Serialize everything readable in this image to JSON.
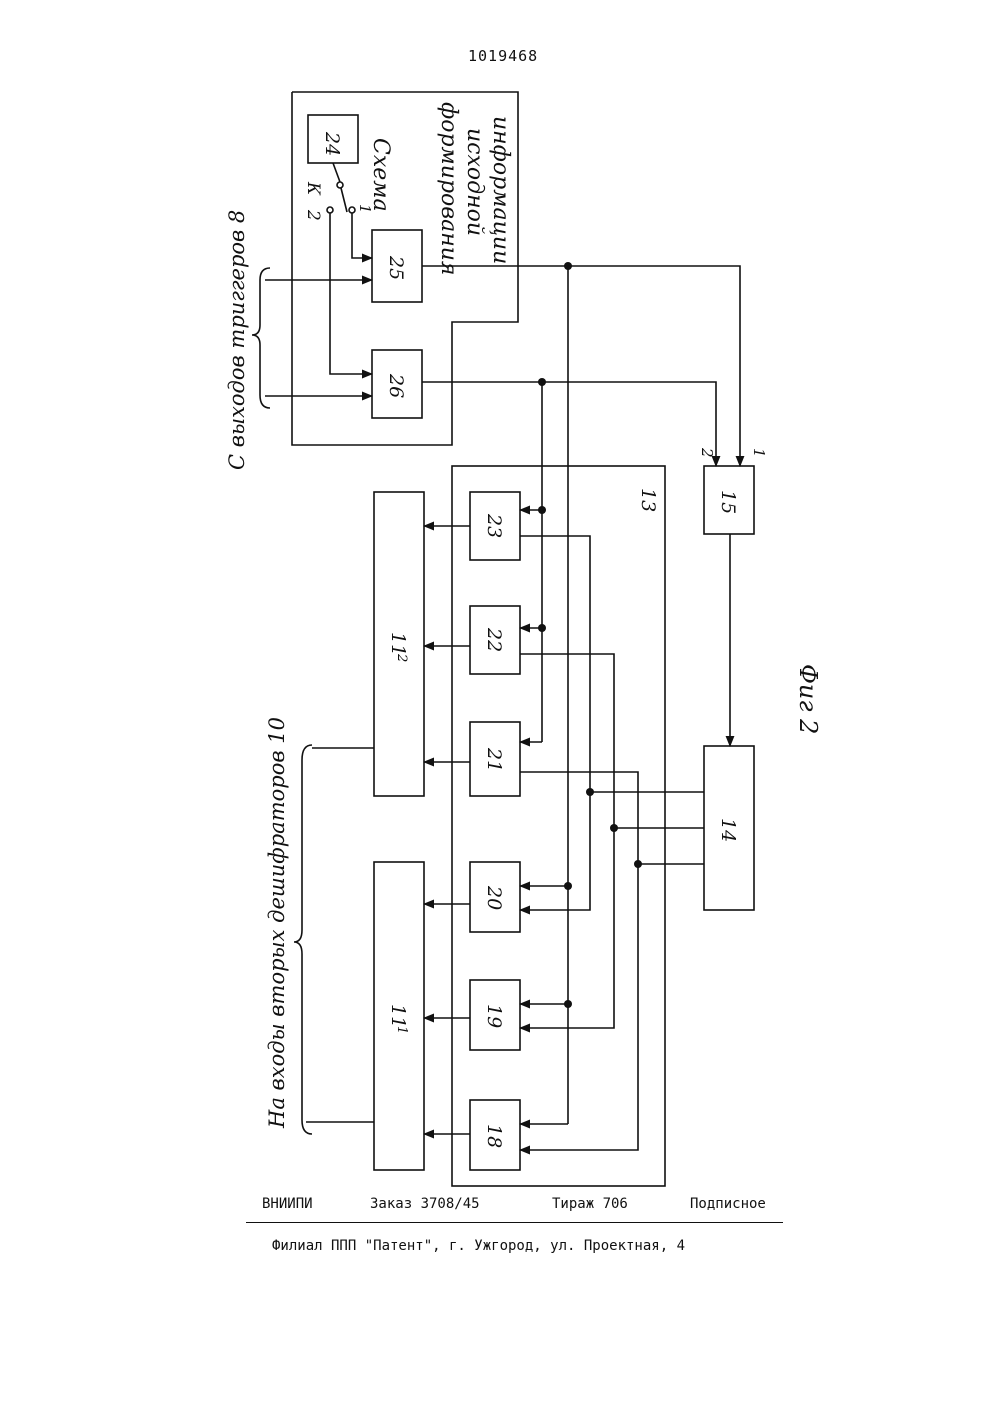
{
  "header": {
    "patent_number": "1019468"
  },
  "diagram": {
    "figure_label": "Фиг 2",
    "scheme_title": [
      "Схема",
      "формирования",
      "исходной",
      "информации"
    ],
    "left_top_caption": "С выходов триггеров 8",
    "left_bottom_caption": "На входы вторых дешифраторов 10",
    "switch_labels": {
      "pos2": "2",
      "pos1": "1",
      "k": "К"
    },
    "block_labels": {
      "b24": "24",
      "b25": "25",
      "b26": "26",
      "b15": "15",
      "b14": "14",
      "b13": "13",
      "b23": "23",
      "b22": "22",
      "b21": "21",
      "b20": "20",
      "b19": "19",
      "b18": "18",
      "b11_2": "11",
      "b11_2_sub": "2",
      "b11_1": "11",
      "b11_1_sub": "1"
    },
    "input_labels_15": {
      "in2": "2",
      "in1": "1"
    }
  },
  "footer": {
    "org": "ВНИИПИ",
    "order": "Заказ 3708/45",
    "circulation": "Тираж 706",
    "subscription": "Подписное",
    "address": "Филиал ППП \"Патент\", г. Ужгород, ул. Проектная, 4"
  }
}
